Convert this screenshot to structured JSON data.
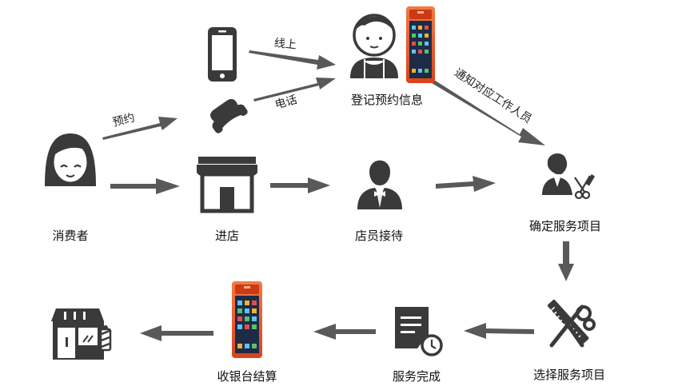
{
  "colors": {
    "arrow": "#595959",
    "icon": "#3a3a3a",
    "pos_orange": "#e8572a",
    "screen": "#1e2b47"
  },
  "nodes": {
    "consumer": {
      "label": "消费者",
      "icon": "woman-icon"
    },
    "store_visit": {
      "label": "进店",
      "icon": "storefront-icon"
    },
    "staff_reception": {
      "label": "店员接待",
      "icon": "waiter-icon"
    },
    "confirm_service": {
      "label": "确定服务项目",
      "icon": "barber-icon"
    },
    "register_booking": {
      "label": "登记预约信息",
      "icon": "receptionist-with-pos-icon"
    },
    "select_service": {
      "label": "选择服务项目",
      "icon": "scissors-comb-icon"
    },
    "service_done": {
      "label": "服务完成",
      "icon": "document-clock-icon"
    },
    "checkout": {
      "label": "收银台结算",
      "icon": "pos-terminal-icon"
    },
    "exit": {
      "label": "",
      "icon": "barbershop-icon"
    }
  },
  "channels": {
    "phone_app": {
      "icon": "smartphone-icon"
    },
    "phone_call": {
      "icon": "phone-handset-icon"
    }
  },
  "edges": {
    "book": "预约",
    "online": "线上",
    "by_phone": "电话",
    "notify_staff": "通知对应工作人员"
  }
}
